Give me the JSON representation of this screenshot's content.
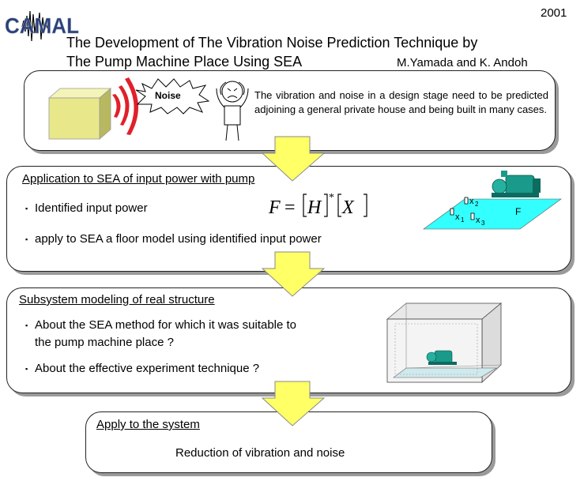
{
  "logo": {
    "text": "CAMAL"
  },
  "year": "2001",
  "title": {
    "line1": "The Development of The Vibration Noise Prediction Technique by",
    "line2": "The Pump Machine Place Using SEA",
    "authors": "M.Yamada and K. Andoh"
  },
  "section1": {
    "noise_label": "Noise",
    "description": "The vibration and noise in a design stage need to be predicted adjoining a general private house and being built in many cases."
  },
  "section2": {
    "heading": "Application to SEA of input power with pump",
    "bullets": [
      "Identified input power",
      "apply to SEA a floor model using identified input power"
    ],
    "formula": {
      "lhs": "F",
      "eq": "=",
      "h": "H",
      "sup": "*",
      "x": "X"
    },
    "figure": {
      "force_label": "F",
      "x1": "x",
      "x1_sub": "1",
      "x2": "x",
      "x2_sub": "2",
      "x3": "x",
      "x3_sub": "3"
    }
  },
  "section3": {
    "heading": "Subsystem modeling of real structure",
    "bullets": [
      "About the SEA method for which it was suitable to",
      "About the effective experiment technique ?"
    ],
    "bullet1_cont": "the pump machine place ?"
  },
  "section4": {
    "heading": "Apply to the system",
    "body": "Reduction of vibration and noise"
  },
  "colors": {
    "arrow_fill": "#ffff66",
    "cube_fill": "#e8e88a",
    "wave": "#e0202a",
    "floor": "#33ffff",
    "pump": "#1a9a8a"
  }
}
